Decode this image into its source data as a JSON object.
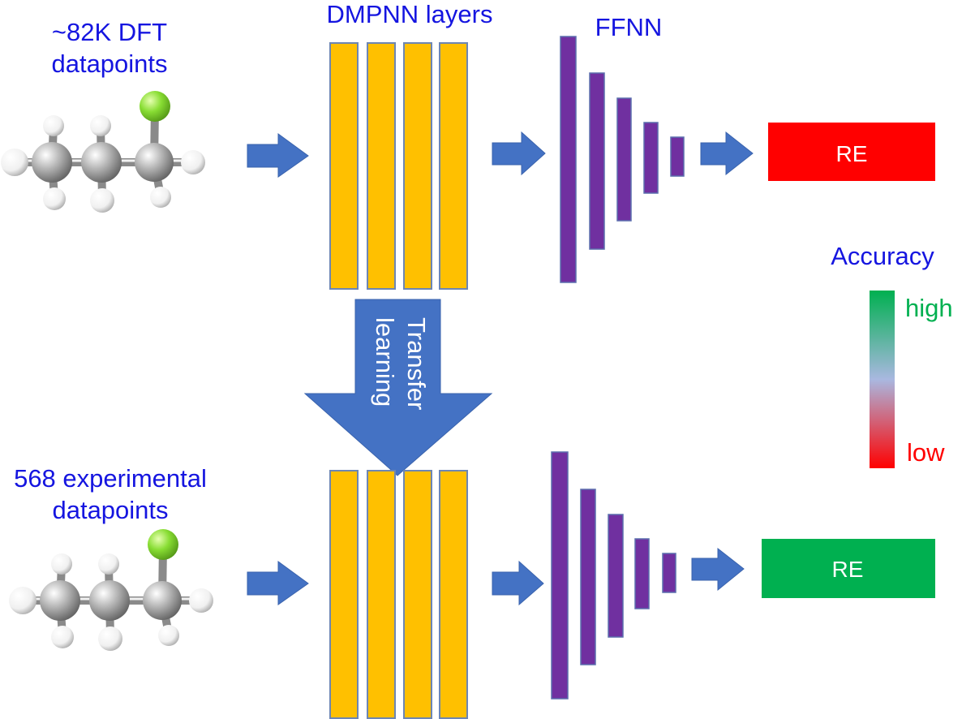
{
  "top": {
    "input_label_line1": "~82K DFT",
    "input_label_line2": "datapoints",
    "output_label": "RE",
    "output_color": "#ff0000"
  },
  "bottom": {
    "input_label_line1": "568 experimental",
    "input_label_line2": "datapoints",
    "output_label": "RE",
    "output_color": "#00b050"
  },
  "dmpnn_label": "DMPNN layers",
  "ffnn_label": "FFNN",
  "transfer": {
    "line1": "Transfer",
    "line2": "learning"
  },
  "accuracy": {
    "title": "Accuracy",
    "high": "high",
    "low": "low"
  },
  "colors": {
    "label_blue": "#1515e0",
    "arrow_blue": "#4472c4",
    "dmpnn_fill": "#ffc000",
    "ffnn_fill": "#7030a0",
    "high_green": "#00b050",
    "low_red": "#ff0000"
  },
  "icons": [
    "molecule-icon",
    "arrow-right-icon",
    "transfer-arrow-down-icon"
  ]
}
